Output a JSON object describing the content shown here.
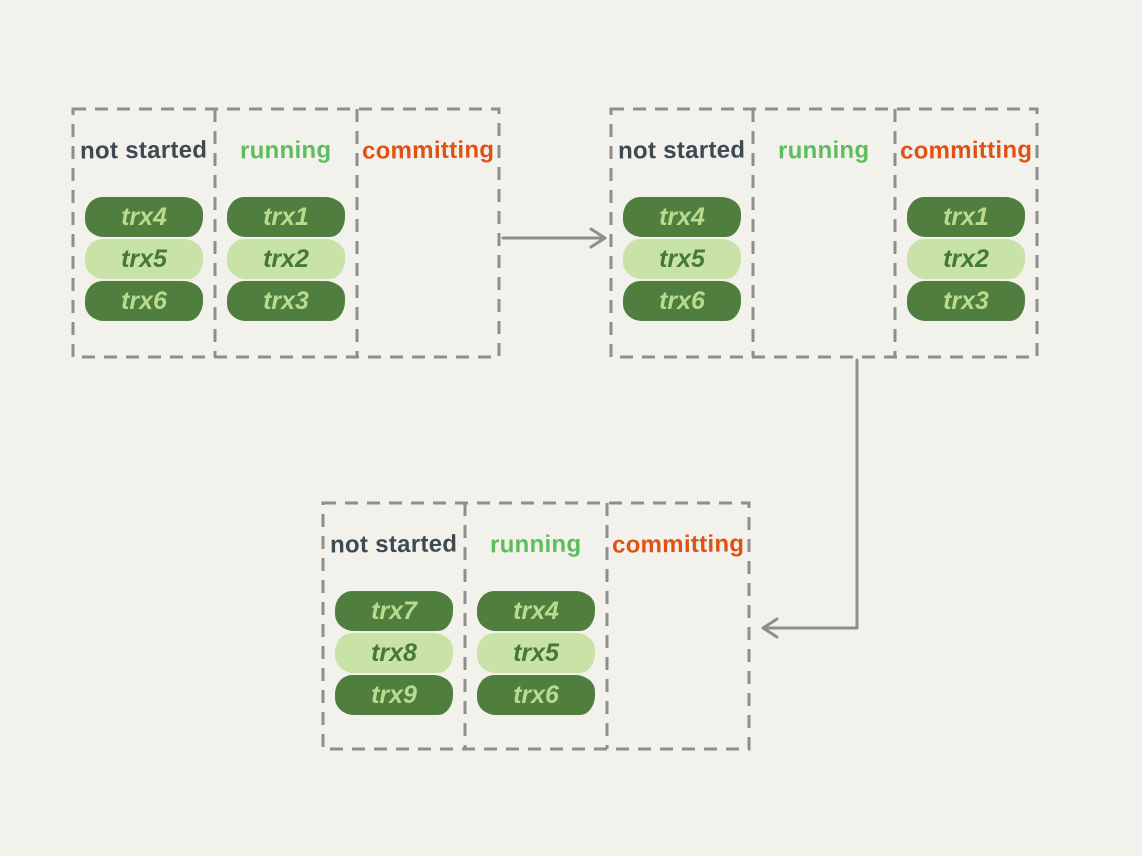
{
  "diagram_title": "transaction-state-flow",
  "colors": {
    "background": "#f2f1ec",
    "dash_gray": "#8e8e8e",
    "arrow_gray": "#8e8e8e",
    "not_started_label": "#3e4a52",
    "running_label": "#5dbd5c",
    "committing_label": "#e05214",
    "pill_dark_bg": "#4f7e3e",
    "pill_dark_text": "#b8db8e",
    "pill_light_bg": "#c8e2a7",
    "pill_light_text": "#467a34"
  },
  "panels": [
    {
      "name": "state-1",
      "columns": [
        {
          "label": "not started",
          "items": [
            "trx4",
            "trx5",
            "trx6"
          ]
        },
        {
          "label": "running",
          "items": [
            "trx1",
            "trx2",
            "trx3"
          ]
        },
        {
          "label": "committing",
          "items": []
        }
      ]
    },
    {
      "name": "state-2",
      "columns": [
        {
          "label": "not started",
          "items": [
            "trx4",
            "trx5",
            "trx6"
          ]
        },
        {
          "label": "running",
          "items": []
        },
        {
          "label": "committing",
          "items": [
            "trx1",
            "trx2",
            "trx3"
          ]
        }
      ]
    },
    {
      "name": "state-3",
      "columns": [
        {
          "label": "not started",
          "items": [
            "trx7",
            "trx8",
            "trx9"
          ]
        },
        {
          "label": "running",
          "items": [
            "trx4",
            "trx5",
            "trx6"
          ]
        },
        {
          "label": "committing",
          "items": []
        }
      ]
    }
  ]
}
